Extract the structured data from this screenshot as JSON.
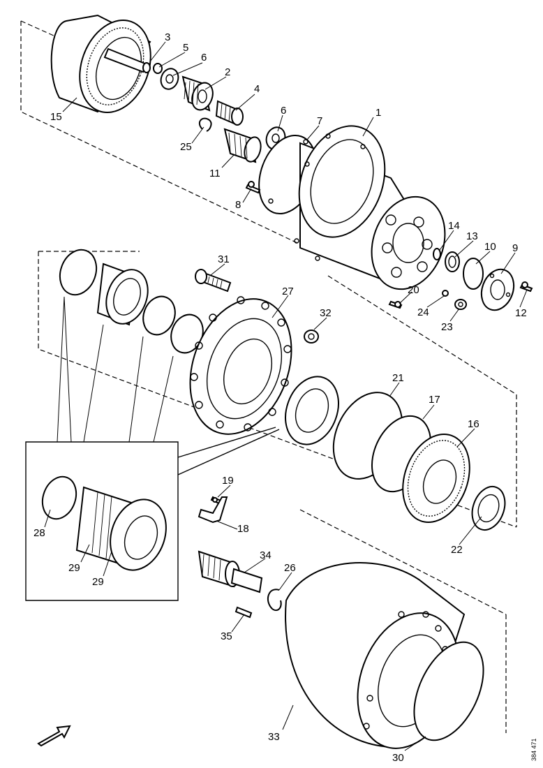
{
  "diagram": {
    "callouts": [
      {
        "id": "p1",
        "text": "1"
      },
      {
        "id": "p2",
        "text": "2"
      },
      {
        "id": "p3",
        "text": "3"
      },
      {
        "id": "p4",
        "text": "4"
      },
      {
        "id": "p5",
        "text": "5"
      },
      {
        "id": "p6a",
        "text": "6"
      },
      {
        "id": "p6b",
        "text": "6"
      },
      {
        "id": "p7",
        "text": "7"
      },
      {
        "id": "p8",
        "text": "8"
      },
      {
        "id": "p9",
        "text": "9"
      },
      {
        "id": "p10",
        "text": "10"
      },
      {
        "id": "p11",
        "text": "11"
      },
      {
        "id": "p12",
        "text": "12"
      },
      {
        "id": "p13",
        "text": "13"
      },
      {
        "id": "p14",
        "text": "14"
      },
      {
        "id": "p15",
        "text": "15"
      },
      {
        "id": "p16",
        "text": "16"
      },
      {
        "id": "p17",
        "text": "17"
      },
      {
        "id": "p18",
        "text": "18"
      },
      {
        "id": "p19",
        "text": "19"
      },
      {
        "id": "p20",
        "text": "20"
      },
      {
        "id": "p21",
        "text": "21"
      },
      {
        "id": "p22",
        "text": "22"
      },
      {
        "id": "p23",
        "text": "23"
      },
      {
        "id": "p24",
        "text": "24"
      },
      {
        "id": "p25",
        "text": "25"
      },
      {
        "id": "p26",
        "text": "26"
      },
      {
        "id": "p27",
        "text": "27"
      },
      {
        "id": "p28",
        "text": "28"
      },
      {
        "id": "p29a",
        "text": "29"
      },
      {
        "id": "p29b",
        "text": "29"
      },
      {
        "id": "p30",
        "text": "30"
      },
      {
        "id": "p31",
        "text": "31"
      },
      {
        "id": "p32",
        "text": "32"
      },
      {
        "id": "p33",
        "text": "33"
      },
      {
        "id": "p34",
        "text": "34"
      },
      {
        "id": "p35",
        "text": "35"
      }
    ],
    "reference_code": "384 471",
    "direction_icon": "arrow-northeast-icon"
  }
}
